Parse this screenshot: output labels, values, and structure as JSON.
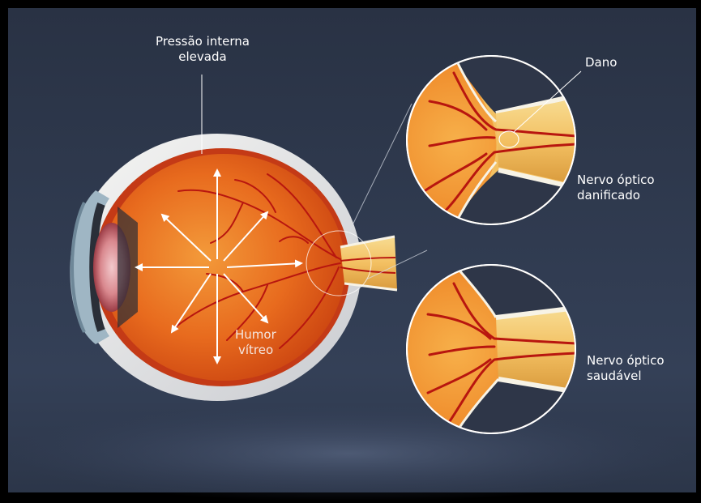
{
  "labels": {
    "pressure_line1": "Pressão interna",
    "pressure_line2": "elevada",
    "damage": "Dano",
    "damaged_line1": "Nervo óptico",
    "damaged_line2": "danificado",
    "healthy_line1": "Nervo óptico",
    "healthy_line2": "saudável",
    "humor_line1": "Humor",
    "humor_line2": "vítreo"
  },
  "colors": {
    "background_top": "#2a3345",
    "background_bottom": "#46526b",
    "frame": "#000000",
    "sclera": "#e8e8e6",
    "retina": "#e0431c",
    "vitreous": "#e8651d",
    "nerve": "#f2c872",
    "vessel": "#b8160f",
    "lines": "#ffffff"
  },
  "icons": {
    "pressure_arrows": "arrow-icon"
  }
}
